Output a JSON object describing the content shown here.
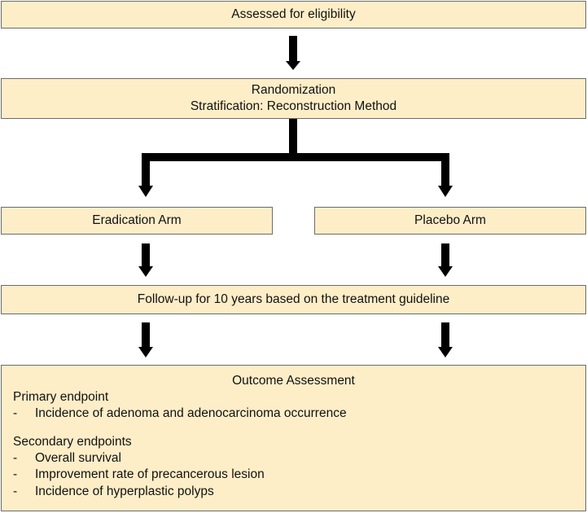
{
  "eligibility": {
    "label": "Assessed for eligibility"
  },
  "randomization": {
    "line1": "Randomization",
    "line2": "Stratification: Reconstruction Method"
  },
  "arms": {
    "left": "Eradication Arm",
    "right": "Placebo Arm"
  },
  "followup": {
    "label": "Follow-up for 10 years based on the treatment guideline"
  },
  "outcome": {
    "title": "Outcome Assessment",
    "primary": {
      "heading": "Primary endpoint",
      "items": [
        "Incidence of adenoma and adenocarcinoma occurrence"
      ]
    },
    "secondary": {
      "heading": "Secondary endpoints",
      "items": [
        "Overall survival",
        "Improvement rate of precancerous lesion",
        "Incidence of hyperplastic polyps"
      ]
    },
    "bullet": "-"
  },
  "colors": {
    "box_fill": "#fdeec8",
    "box_border": "#6b6b6b",
    "arrow": "#000000"
  }
}
